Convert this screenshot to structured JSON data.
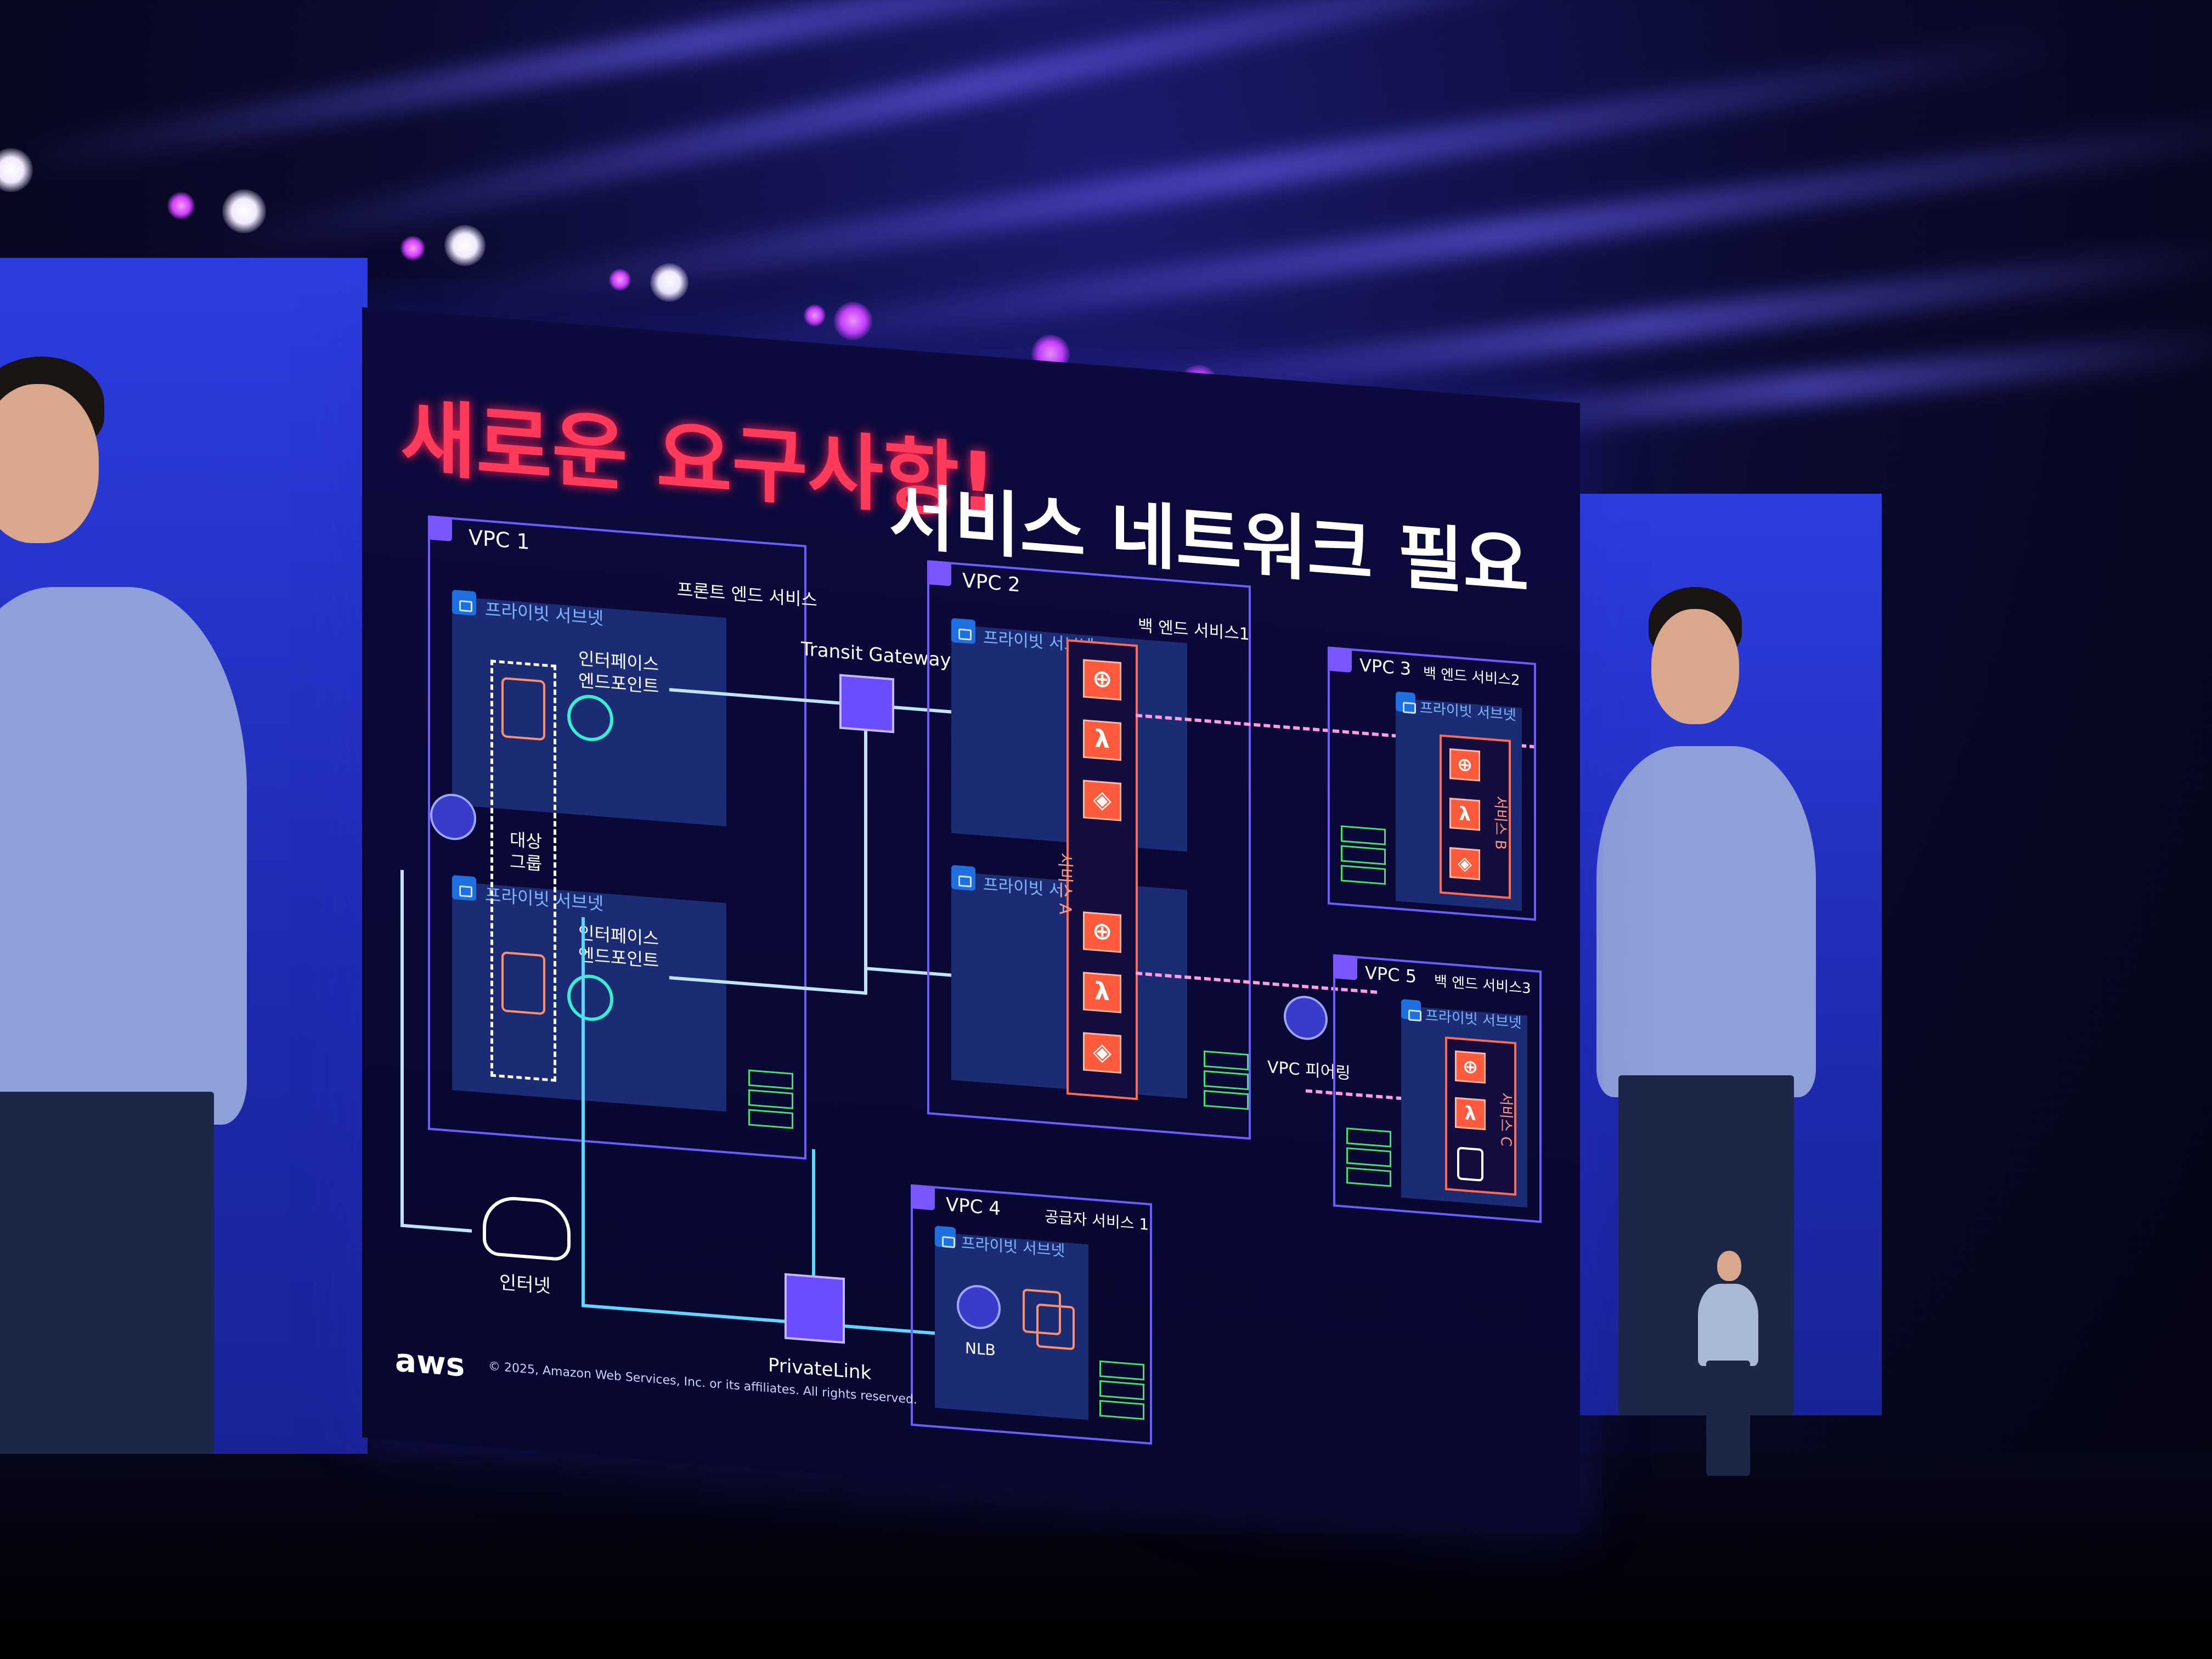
{
  "slide": {
    "title_red": "새로운 요구사항!",
    "title_white": "서비스 네트워크 필요",
    "copyright": "© 2025, Amazon Web Services, Inc. or its affiliates. All rights reserved.",
    "logo": "aws"
  },
  "vpc1": {
    "label": "VPC 1",
    "service": "프론트 엔드 서비스",
    "subnet_top": "프라이빗 서브넷",
    "subnet_bottom": "프라이빗 서브넷",
    "endpoint_top": [
      "인터페이스",
      "엔드포인트"
    ],
    "endpoint_bottom": [
      "인터페이스",
      "엔드포인트"
    ],
    "target_group": [
      "대상",
      "그룹"
    ]
  },
  "vpc2": {
    "label": "VPC 2",
    "service": "백 엔드 서비스1",
    "subnet_top": "프라이빗 서브넷",
    "subnet_bottom": "프라이빗 서브넷",
    "vertical": "서비스 A"
  },
  "vpc3": {
    "label": "VPC 3",
    "service": "백 엔드 서비스2",
    "subnet": "프라이빗 서브넷",
    "vertical": "서비스 B"
  },
  "vpc4": {
    "label": "VPC 4",
    "service": "공급자 서비스 1",
    "subnet": "프라이빗 서브넷",
    "nlb": "NLB"
  },
  "vpc5": {
    "label": "VPC 5",
    "service": "백 엔드 서비스3",
    "subnet": "프라이빗 서브넷",
    "vertical": "서비스 C"
  },
  "network": {
    "transit_gateway": "Transit Gateway",
    "privatelink": "PrivateLink",
    "internet": "인터넷",
    "vpc_peering": "VPC 피어링"
  },
  "colors": {
    "title_red": "#ff3b5c",
    "vpc_border": "#6d5dff",
    "service_orange": "#ff5a3c",
    "ip_green": "#43e06d",
    "peering_pink": "#ff9de3"
  }
}
